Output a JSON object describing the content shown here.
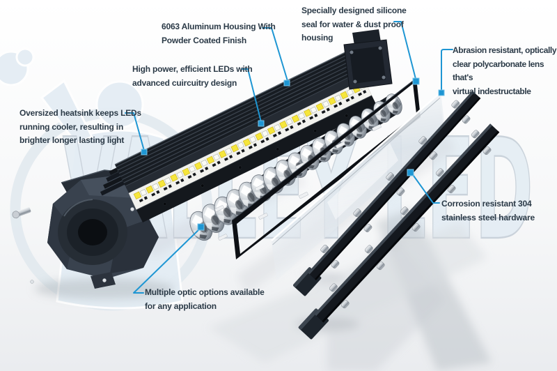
{
  "colors": {
    "accent": "#1e96d3",
    "text": "#2b3a47",
    "watermark_fill": "#e4edf4",
    "watermark_outline": "#c6cfd8"
  },
  "watermark": {
    "text": "VALLEY LED"
  },
  "callouts": {
    "housing": {
      "label": "6063 Aluminum Housing With\nPowder Coated Finish"
    },
    "leds": {
      "label": "High power, efficient LEDs with\nadvanced cuircuitry design"
    },
    "heatsink": {
      "label": "Oversized heatsink keeps LEDs\nrunning cooler, resulting in\nbrighter longer lasting light"
    },
    "seal": {
      "label": "Specially designed silicone\nseal for water & dust proof\nhousing"
    },
    "lens": {
      "label": "Abrasion resistant, optically\nclear polycarbonate lens that's\nvirtual indestructable"
    },
    "hardware": {
      "label": "Corrosion resistant 304\nstainless steel hardware"
    },
    "optics": {
      "label": "Multiple optic options available\nfor any application"
    }
  }
}
